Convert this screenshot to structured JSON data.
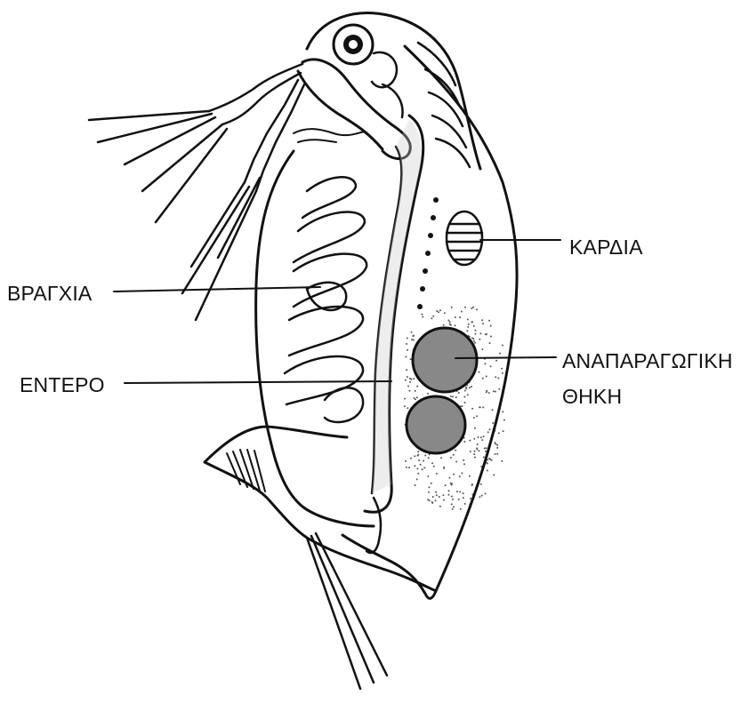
{
  "labels": {
    "gills": "ΒΡΑΓΧΙΑ",
    "intestine": "ΕΝΤΕΡΟ",
    "heart": "ΚΑΡΔΙΑ",
    "reproductive_line1": "ΑΝΑΠΑΡΑΓΩΓΙΚΗ",
    "reproductive_line2": "ΘΗΚΗ"
  },
  "colors": {
    "ink": "#111111",
    "background": "#ffffff",
    "stipple": "#555555"
  }
}
